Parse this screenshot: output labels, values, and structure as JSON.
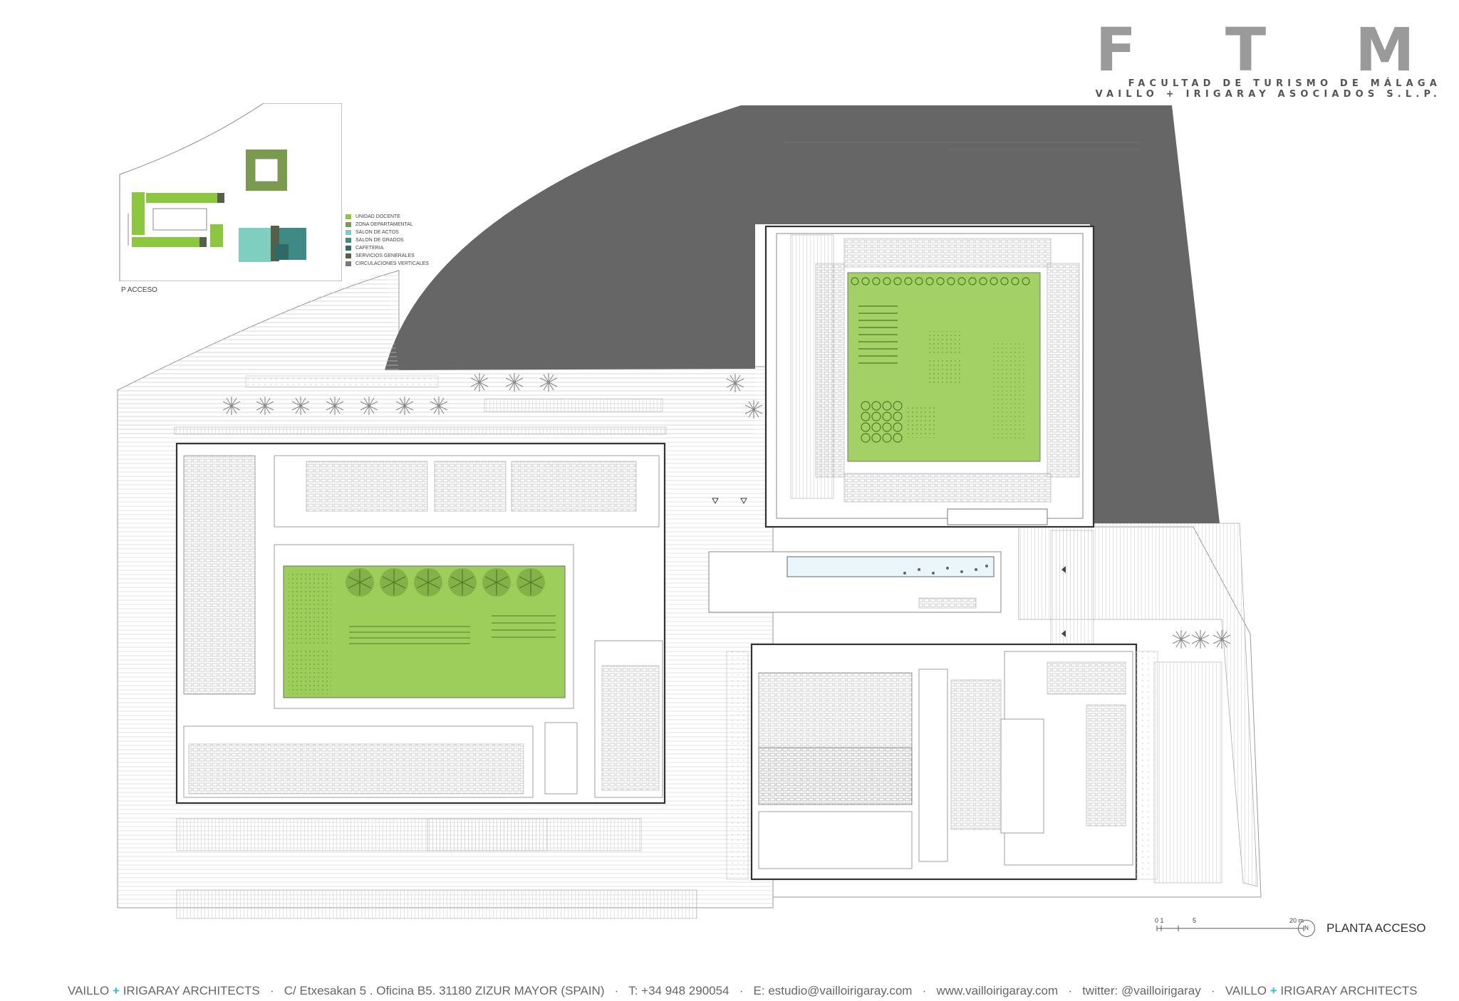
{
  "header": {
    "logo_letters": [
      "F",
      "T",
      "M"
    ],
    "faculty_name": "FACULTAD DE TURISMO DE MÁLAGA",
    "firm_name": "VAILLO + IRIGARAY ASOCIADOS S.L.P."
  },
  "key_plan": {
    "label": "P ACCESO",
    "legend": [
      {
        "label": "UNIDAD DOCENTE",
        "color": "#8dc63f"
      },
      {
        "label": "ZONA DEPARTAMENTAL",
        "color": "#7a9a4e"
      },
      {
        "label": "SALON DE ACTOS",
        "color": "#7fcfc0"
      },
      {
        "label": "SALON DE GRADOS",
        "color": "#3f8a84"
      },
      {
        "label": "CAFETERIA",
        "color": "#2f6a64"
      },
      {
        "label": "SERVICIOS GENERALES",
        "color": "#555f4a"
      },
      {
        "label": "CIRCULACIONES VERTICALES",
        "color": "#7a7a7a"
      }
    ]
  },
  "scale_bar": {
    "ticks": [
      "0 1",
      "5",
      "20 m"
    ]
  },
  "north_label": "N",
  "plan_title": "PLANTA ACCESO",
  "footer": {
    "firm_a": "VAILLO",
    "plus": "+",
    "firm_b": "IRIGARAY ARCHITECTS",
    "address": "C/ Etxesakan 5 . Oficina B5.   31180  ZIZUR MAYOR (SPAIN)",
    "phone": "T: +34 948 290054",
    "email": "E: estudio@vailloirigaray.com",
    "web": "www.vailloirigaray.com",
    "twitter": "twitter: @vailloirigaray",
    "firm_c": "VAILLO",
    "firm_d": "IRIGARAY ARCHITECTS",
    "separator": "·"
  },
  "colors": {
    "green": "#8dc63f",
    "dark_gray": "#666666",
    "line": "#9a9a9a"
  }
}
